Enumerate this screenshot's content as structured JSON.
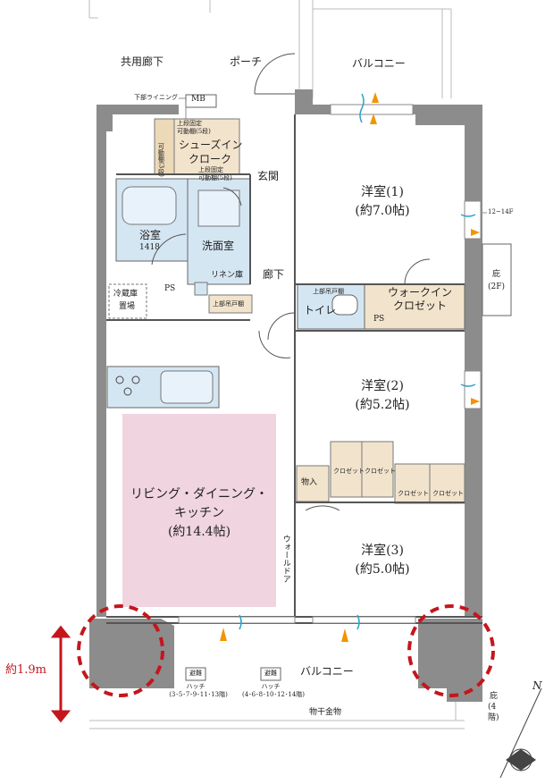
{
  "labels": {
    "common_corridor": "共用廊下",
    "porch": "ポーチ",
    "balcony_top": "バルコニー",
    "lower_lining": "下部ライニング",
    "mb": "MB",
    "shoes_cloak_l1": "シューズイン",
    "shoes_cloak_l2": "クローク",
    "shelf_upper_fixed": "上段固定",
    "shelf_movable_5": "可動棚(5段)",
    "shelf_movable_3": "可動棚(3段)",
    "entrance": "玄関",
    "room1_name": "洋室(1)",
    "room1_size": "(約7.0帖)",
    "floor_note": "12~14F",
    "eaves_2f_l1": "庇",
    "eaves_2f_l2": "(2F)",
    "bath_name": "浴室",
    "bath_size": "1418",
    "washroom": "洗面室",
    "linen": "リネン庫",
    "upper_cabinet": "上部吊戸棚",
    "hallway": "廊下",
    "fridge_l1": "冷蔵庫",
    "fridge_l2": "置場",
    "ps": "PS",
    "toilet": "トイレ",
    "wic_l1": "ウォークイン",
    "wic_l2": "クロゼット",
    "room2_name": "洋室(2)",
    "room2_size": "(約5.2帖)",
    "storage": "物入",
    "closet": "クロゼット",
    "ldk_l1": "リビング・ダイニング・",
    "ldk_l2": "キッチン",
    "ldk_size": "(約14.4帖)",
    "wall_door": "ウォールドア",
    "room3_name": "洋室(3)",
    "room3_size": "(約5.0帖)",
    "height_note": "約1.9m",
    "balcony_bottom": "バルコニー",
    "hatch_title": "避難",
    "hatch_word": "ハッチ",
    "hatch1_floors": "(3･5･7･9･11･13階)",
    "hatch2_floors": "(4･6･8･10･12･14階)",
    "laundry_rail": "物干金物",
    "eaves_4f_l1": "庇",
    "eaves_4f_l2": "(4",
    "eaves_4f_l3": "階)",
    "north": "N"
  },
  "colors": {
    "wall": "#8c8c8c",
    "wet_area": "#d5e6f3",
    "storage": "#f2e4cc",
    "ldk": "#f0d4e0",
    "marker": "#c4161c",
    "vent": "#2aa3c9",
    "airflow": "#f29500"
  }
}
